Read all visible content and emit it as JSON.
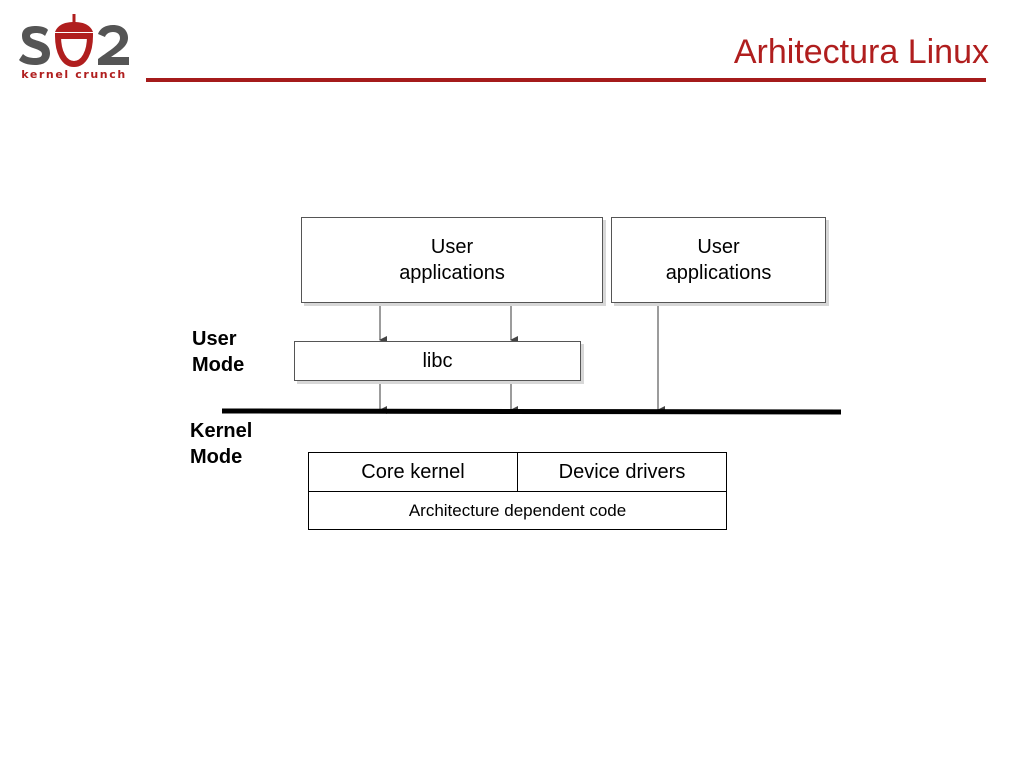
{
  "header": {
    "logo_text": "SO2",
    "logo_subtitle": "kernel crunch",
    "title": "Arhitectura Linux"
  },
  "diagram": {
    "user_apps_1": {
      "line1": "User",
      "line2": "applications"
    },
    "user_apps_2": {
      "line1": "User",
      "line2": "applications"
    },
    "libc": "libc",
    "user_mode": {
      "line1": "User",
      "line2": "Mode"
    },
    "kernel_mode": {
      "line1": "Kernel",
      "line2": "Mode"
    },
    "core_kernel": "Core kernel",
    "device_drivers": "Device drivers",
    "arch_code": "Architecture dependent code"
  },
  "colors": {
    "brand_red": "#b01e1e",
    "box_border": "#555555",
    "boundary_line": "#000000"
  }
}
